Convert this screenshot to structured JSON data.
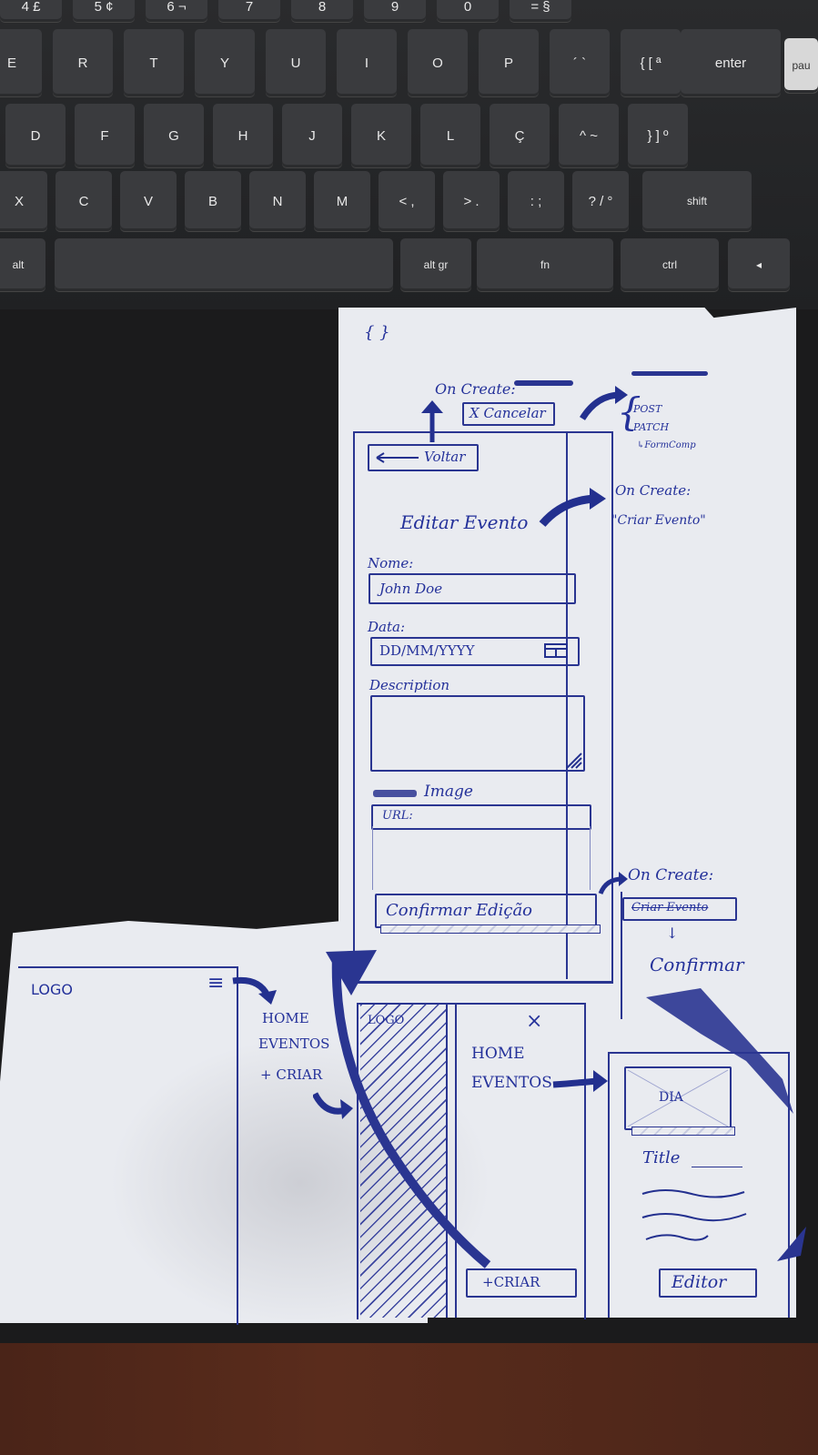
{
  "keyboard": {
    "row1": [
      "4 £",
      "5 ¢",
      "6 ¬",
      "7",
      "8",
      "9",
      "0",
      "= §"
    ],
    "row2": [
      "E",
      "R",
      "T",
      "Y",
      "U",
      "I",
      "O",
      "P",
      "´ `",
      "{ [ ª",
      "enter"
    ],
    "row3": [
      "D",
      "F",
      "G",
      "H",
      "J",
      "K",
      "L",
      "Ç",
      "^ ~",
      "} ] º"
    ],
    "row4": [
      "X",
      "C",
      "V",
      "B",
      "N",
      "M",
      "< ,",
      "> .",
      ": ;",
      "? / °",
      "shift"
    ],
    "row5": [
      "alt",
      "alt gr",
      "fn",
      "ctrl",
      "◂"
    ],
    "side_label": "pau"
  },
  "sketch_main": {
    "on_create_top": "On Create:",
    "cancel_label": "X Cancelar",
    "post_label": "POST",
    "patch_label": "PATCH",
    "form_note": "↳FormComp",
    "back_label": "Voltar",
    "on_create_title": "On Create:",
    "title_alt": "\"Criar Evento\"",
    "page_title": "Editar Evento",
    "name_label": "Nome:",
    "name_value": "John Doe",
    "date_label": "Data:",
    "date_placeholder": "DD/MM/YYYY",
    "description_label": "Description",
    "image_label": "Image",
    "url_placeholder": "URL:",
    "confirm_label": "Confirmar Edição",
    "on_create_bottom": "On Create:",
    "criar_evento_struck": "Criar Evento",
    "confirmar_label": "Confirmar"
  },
  "sketch_left": {
    "logo": "LOGO",
    "menu_home": "HOME",
    "menu_eventos": "EVENTOS",
    "menu_criar": "+ CRIAR"
  },
  "sketch_drawer": {
    "logo": "LOGO",
    "close": "×",
    "home": "HOME",
    "eventos": "EVENTOS",
    "criar": "+CRIAR"
  },
  "sketch_card": {
    "image_text": "DIA",
    "title": "Title",
    "edit_button": "Editor"
  },
  "colors": {
    "ink": "#23308f",
    "paper": "#e9ebf0",
    "keyboard": "#2a2b2d",
    "desk": "#552a1b"
  }
}
